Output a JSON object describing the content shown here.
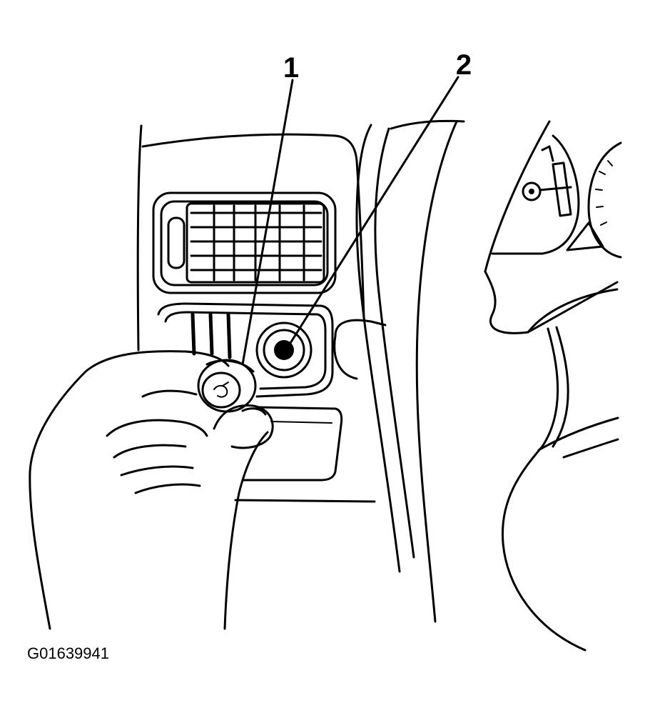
{
  "callouts": [
    {
      "label": "1"
    },
    {
      "label": "2"
    }
  ],
  "figure_id": "G01639941"
}
